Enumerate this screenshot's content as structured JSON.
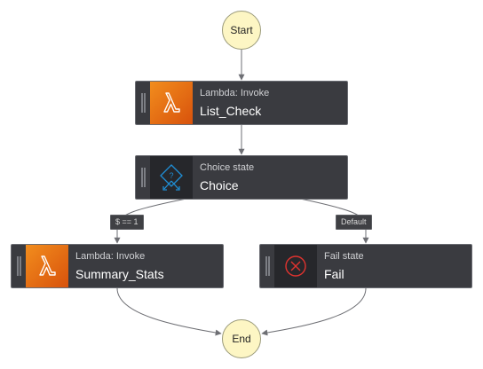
{
  "workflow": {
    "start_label": "Start",
    "end_label": "End",
    "states": {
      "list_check": {
        "type": "Lambda: Invoke",
        "name": "List_Check",
        "icon": "lambda-icon"
      },
      "choice": {
        "type": "Choice state",
        "name": "Choice",
        "icon": "choice-icon"
      },
      "summary_stats": {
        "type": "Lambda: Invoke",
        "name": "Summary_Stats",
        "icon": "lambda-icon"
      },
      "fail": {
        "type": "Fail state",
        "name": "Fail",
        "icon": "fail-icon"
      }
    },
    "edge_labels": {
      "choice_to_summary": "$ == 1",
      "choice_to_fail": "Default"
    }
  },
  "colors": {
    "node_bg": "#3a3b40",
    "lambda_orange": "#e8701a",
    "terminal_fill": "#fdf6c4",
    "choice_blue": "#1f8fd6",
    "fail_red": "#e0332f",
    "edge": "#6e6f74"
  }
}
